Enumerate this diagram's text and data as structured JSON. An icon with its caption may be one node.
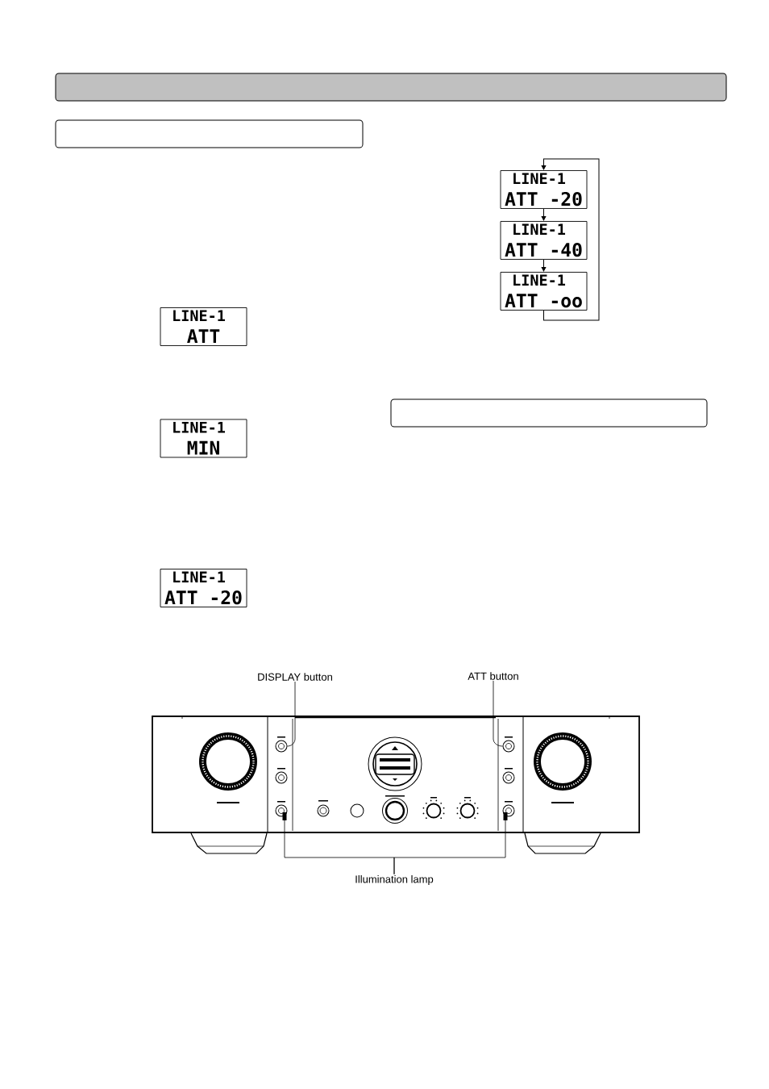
{
  "diagram": {
    "nodes": [
      {
        "text": [],
        "shape": "bar"
      },
      {
        "text": [],
        "shape": "box"
      },
      {
        "text": [
          "LINE-1",
          "ATT"
        ]
      },
      {
        "text": [
          "LINE-1",
          "MIN"
        ]
      },
      {
        "text": [
          "LINE-1",
          "ATT -20"
        ]
      },
      {
        "text": [
          "LINE-1",
          "ATT -20"
        ]
      },
      {
        "text": [
          "LINE-1",
          "ATT -40"
        ]
      },
      {
        "text": [
          "LINE-1",
          "ATT -oo"
        ]
      },
      {
        "text": [],
        "shape": "box"
      },
      {
        "text": [
          "DISPLAY button"
        ]
      },
      {
        "text": [
          "ATT button"
        ]
      },
      {
        "text": [],
        "shape": "picture"
      },
      {
        "text": [],
        "shape": "circle",
        "in": 11
      },
      {
        "text": [],
        "shape": "circle",
        "in": 11
      },
      {
        "text": [],
        "shape": "bar",
        "in": 11
      },
      {
        "text": [],
        "shape": "bar",
        "in": 11
      },
      {
        "text": [
          "Illumination lamp"
        ]
      }
    ],
    "edges": [
      {
        "from": 5,
        "to": 6,
        "arrow": "to"
      },
      {
        "from": 6,
        "to": 7,
        "arrow": "to"
      },
      {
        "from": 7,
        "to": 5,
        "arrow": "to"
      },
      {
        "from": 9,
        "to": 12,
        "arrow": "none"
      },
      {
        "from": 10,
        "to": 13,
        "arrow": "none"
      },
      {
        "from": 16,
        "to": 14,
        "arrow": "none"
      },
      {
        "from": 16,
        "to": 15,
        "arrow": "none"
      }
    ]
  }
}
